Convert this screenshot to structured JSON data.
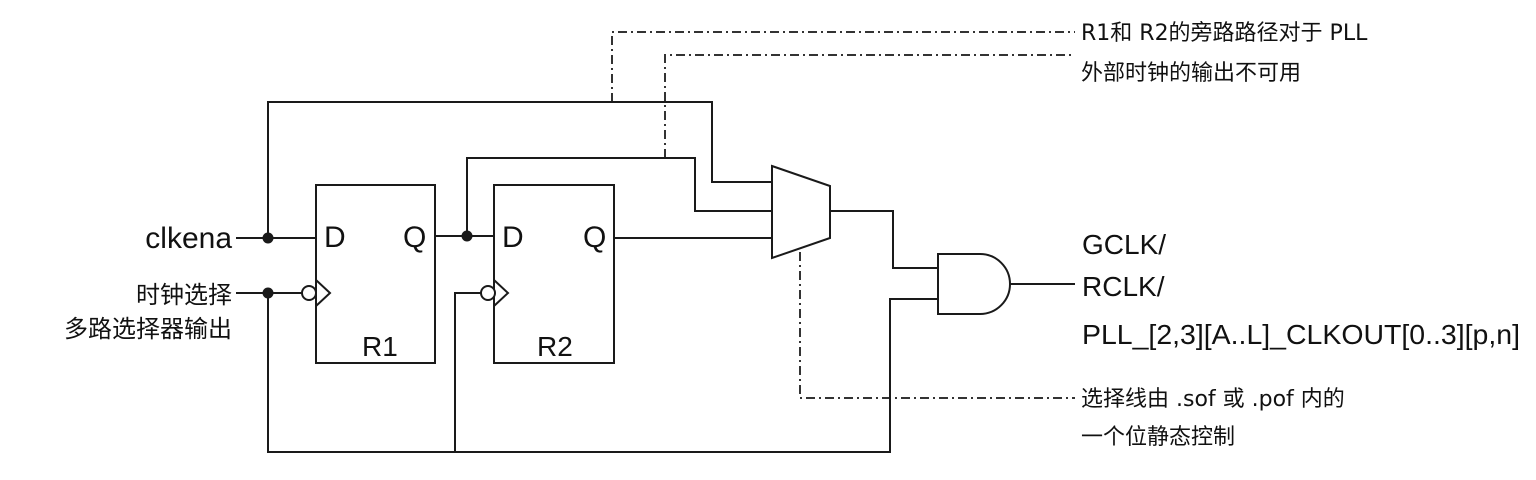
{
  "inputs": {
    "clkena": "clkena",
    "clksel_line1": "时钟选择",
    "clksel_line2": "多路选择器输出"
  },
  "registers": [
    {
      "name": "R1",
      "d_label": "D",
      "q_label": "Q"
    },
    {
      "name": "R2",
      "d_label": "D",
      "q_label": "Q"
    }
  ],
  "annotations": {
    "bypass_line1": "R1和 R2的旁路路径对于 PLL",
    "bypass_line2": "外部时钟的输出不可用",
    "select_line1": "选择线由 .sof 或 .pof 内的",
    "select_line2": "一个位静态控制"
  },
  "outputs": {
    "line1": "GCLK/",
    "line2": "RCLK/",
    "line3": "PLL_[2,3][A..L]_CLKOUT[0..3][p,n]"
  }
}
